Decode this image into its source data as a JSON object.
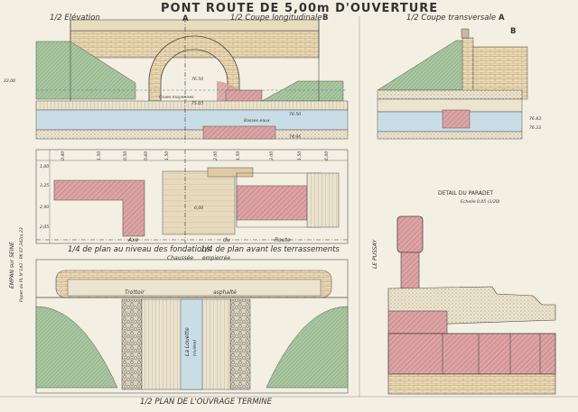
{
  "title": "PONT ROUTE DE 5,00m D'OUVERTURE",
  "views": {
    "elevation": "1/2 Elévation",
    "coupe_long": "1/2 Coupe longitudinale",
    "coupe_long_letter": "B",
    "coupe_trans": "1/2 Coupe transversale",
    "coupe_trans_letter": "A",
    "marker_a": "A",
    "marker_b": "B",
    "plan_fondations": "1/4 de plan au niveau des fondations",
    "plan_terrassements": "1/4 de plan avant les terrassements",
    "plan_termine": "1/2 PLAN DE L'OUVRAGE TERMINE",
    "detail": "DETAIL DU PARADET",
    "detail_scale": "Echelle 0,05 (1/20)"
  },
  "labels": {
    "chaussee": "Chaussée",
    "empierree": "empierrée",
    "axe": "Axe",
    "du": "du",
    "route": "Route",
    "trottoir": "Trottoir",
    "asphalte": "asphalté",
    "la_louette": "La Louette",
    "riviere": "(rivière)",
    "crue": "Crues moyennes",
    "basses_eaux": "Basses eaux",
    "left_1": "EMPAN sur SEINE",
    "left_2": "Papet du PL N°143 - PK 67,342m,23",
    "right_1": "LE PUSSAY"
  },
  "levels": {
    "l1": "22,00",
    "l2": "76.50",
    "l3": "75.05",
    "l4": "76.50",
    "l5": "74.96",
    "l6": "76.83",
    "l7": "76.33",
    "l8": "6,00"
  },
  "dimensions": {
    "top": [
      "0,40",
      "1,50",
      "0,50",
      "0,60",
      "1,50",
      "2,00",
      "1,50",
      "3,00",
      "1,50",
      "6,00"
    ],
    "left": [
      "1,00",
      "3,25",
      "2,90",
      "2,05"
    ]
  },
  "colors": {
    "paper": "#f3efe3",
    "stone": "#e6d7b5",
    "masonry_pink": "#dca3a5",
    "green_bank": "#a8c8a0",
    "blue_water": "#c9dde6",
    "ink": "#3a3a3a"
  }
}
